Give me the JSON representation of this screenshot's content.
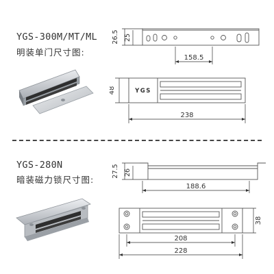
{
  "sections": [
    {
      "model": "YGS-300M/MT/ML",
      "caption": "明装单门尺寸图:",
      "brand_label": "YGS",
      "top_view": {
        "height_outer": "26.5",
        "height_inner": "25",
        "hole_spacing": "158.5"
      },
      "front_view": {
        "height": "48",
        "length": "238"
      }
    },
    {
      "model": "YGS-280N",
      "caption": "暗装磁力锁尺寸图:",
      "top_view": {
        "height_outer": "27.5",
        "height_inner": "26",
        "hole_spacing": "188.6"
      },
      "front_view": {
        "height": "38",
        "inner_length": "208",
        "length": "228"
      }
    }
  ],
  "colors": {
    "line": "#555555",
    "dim": "#333333",
    "magnet_dark": "#3a3a3a",
    "metal": "#c9ccd0"
  }
}
